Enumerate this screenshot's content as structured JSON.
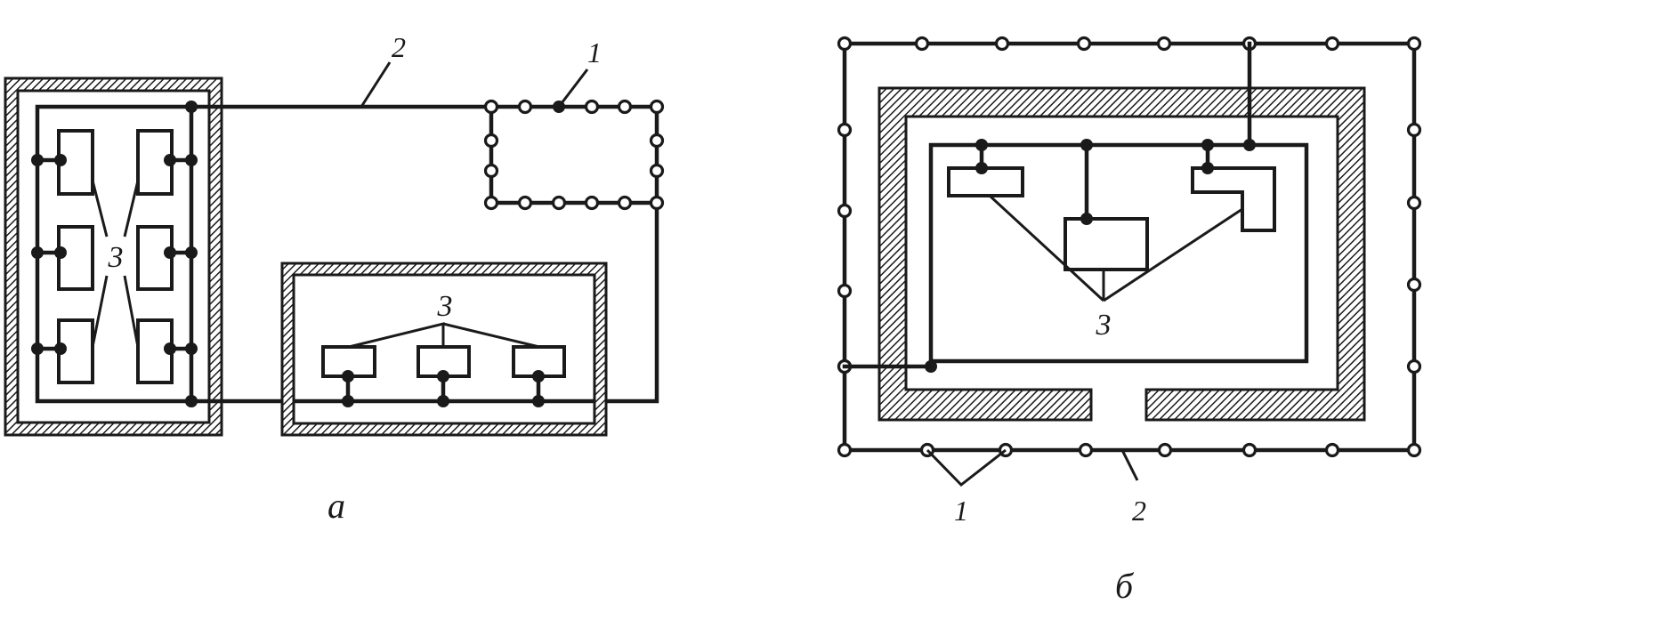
{
  "panels": {
    "a": {
      "caption": "а",
      "label_electrodes": "1",
      "label_conductor": "2",
      "label_equipment": "3"
    },
    "b": {
      "caption": "б",
      "label_electrodes": "1",
      "label_conductor": "2",
      "label_equipment": "3"
    }
  },
  "colors": {
    "ink": "#1a1a1a",
    "background": "#ffffff"
  }
}
